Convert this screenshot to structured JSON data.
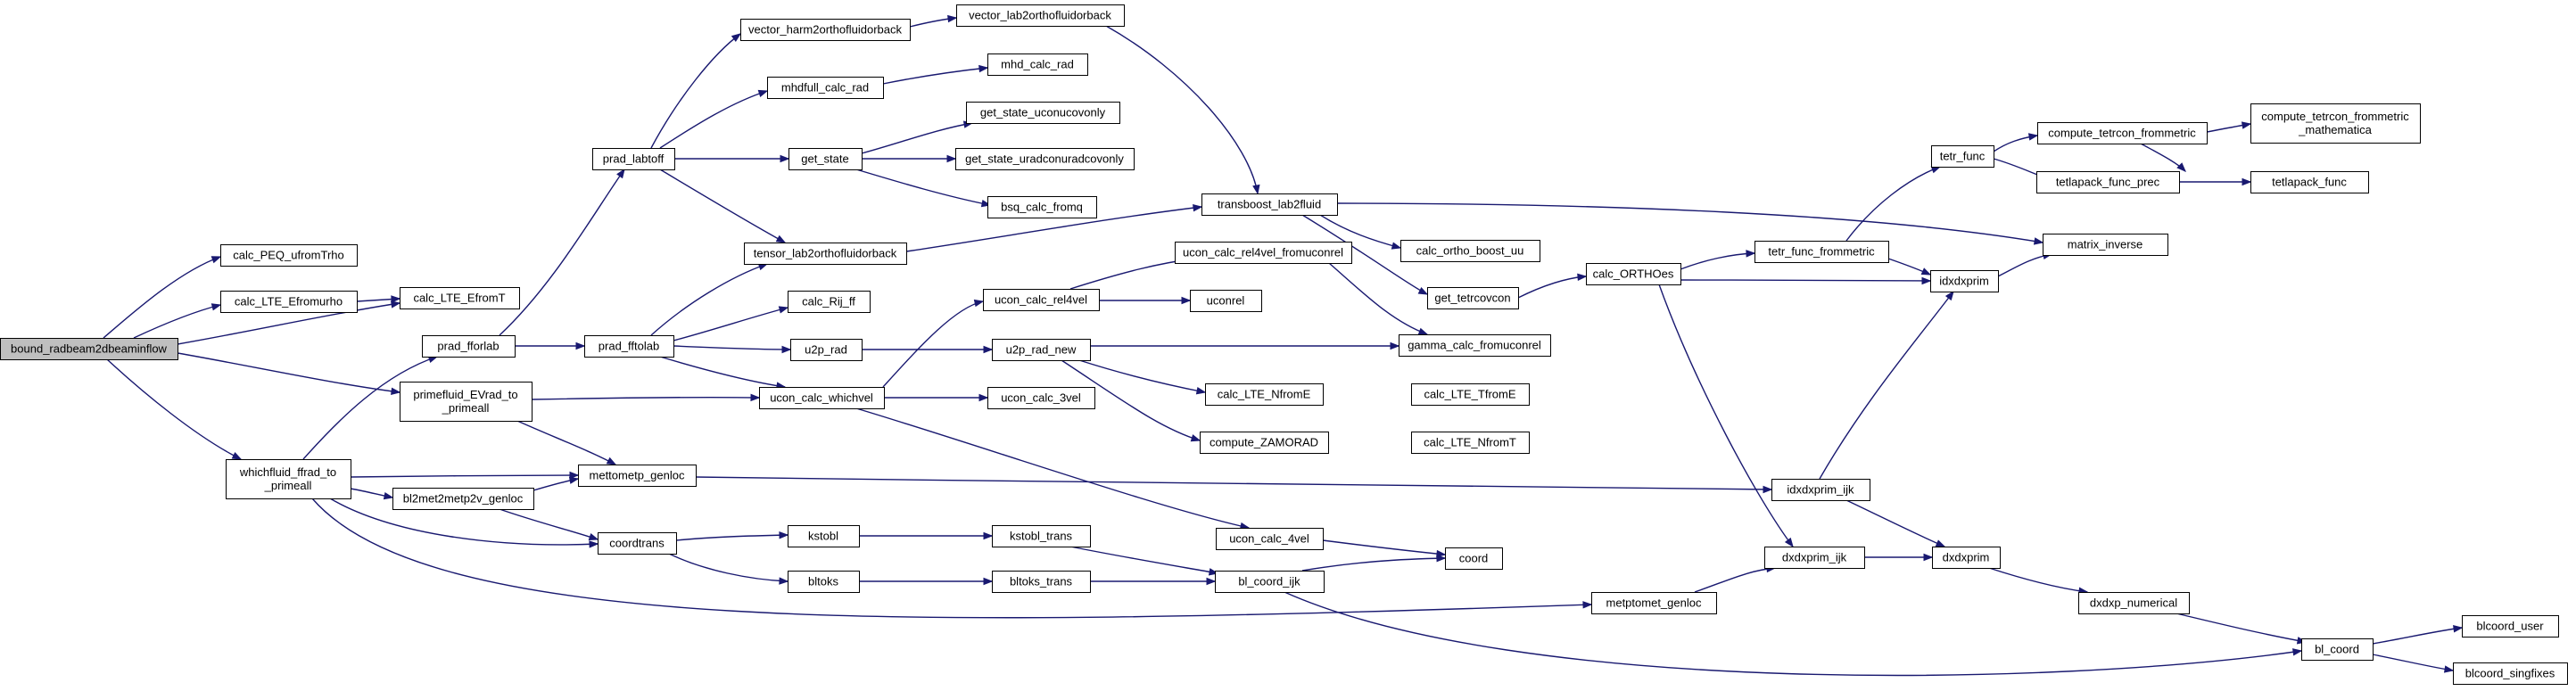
{
  "diagram": {
    "type": "call-graph",
    "colors": {
      "edge": "#191970",
      "node_border": "#000000",
      "node_fill": "#ffffff",
      "root_fill": "#bfbfbf"
    },
    "nodes": {
      "n_root": {
        "lines": [
          "bound_radbeam2dbeaminflow"
        ]
      },
      "n_calc_peq": {
        "lines": [
          "calc_PEQ_ufromTrho"
        ]
      },
      "n_calc_lte_efromurho": {
        "lines": [
          "calc_LTE_Efromurho"
        ]
      },
      "n_calc_lte_efromt": {
        "lines": [
          "calc_LTE_EfromT"
        ]
      },
      "n_primefluid": {
        "lines": [
          "primefluid_EVrad_to",
          "_primeall"
        ]
      },
      "n_whichfluid": {
        "lines": [
          "whichfluid_ffrad_to",
          "_primeall"
        ]
      },
      "n_prad_fforlab": {
        "lines": [
          "prad_fforlab"
        ]
      },
      "n_prad_labtoff": {
        "lines": [
          "prad_labtoff"
        ]
      },
      "n_prad_fftolab": {
        "lines": [
          "prad_fftolab"
        ]
      },
      "n_vector_harm": {
        "lines": [
          "vector_harm2orthofluidorback"
        ]
      },
      "n_vector_lab": {
        "lines": [
          "vector_lab2orthofluidorback"
        ]
      },
      "n_mhdfull": {
        "lines": [
          "mhdfull_calc_rad"
        ]
      },
      "n_mhd_calc_rad": {
        "lines": [
          "mhd_calc_rad"
        ]
      },
      "n_get_state": {
        "lines": [
          "get_state"
        ]
      },
      "n_get_state_ucon": {
        "lines": [
          "get_state_uconucovonly"
        ]
      },
      "n_get_state_urad": {
        "lines": [
          "get_state_uradconuradcovonly"
        ]
      },
      "n_bsq": {
        "lines": [
          "bsq_calc_fromq"
        ]
      },
      "n_tensor_lab": {
        "lines": [
          "tensor_lab2orthofluidorback"
        ]
      },
      "n_transboost": {
        "lines": [
          "transboost_lab2fluid"
        ]
      },
      "n_calc_rij": {
        "lines": [
          "calc_Rij_ff"
        ]
      },
      "n_u2p_rad": {
        "lines": [
          "u2p_rad"
        ]
      },
      "n_u2p_rad_new": {
        "lines": [
          "u2p_rad_new"
        ]
      },
      "n_ucon_whichvel": {
        "lines": [
          "ucon_calc_whichvel"
        ]
      },
      "n_ucon_rel4vel": {
        "lines": [
          "ucon_calc_rel4vel"
        ]
      },
      "n_ucon_rel4vel_from": {
        "lines": [
          "ucon_calc_rel4vel_fromuconrel"
        ]
      },
      "n_uconrel": {
        "lines": [
          "uconrel"
        ]
      },
      "n_ucon_3vel": {
        "lines": [
          "ucon_calc_3vel"
        ]
      },
      "n_ucon_4vel": {
        "lines": [
          "ucon_calc_4vel"
        ]
      },
      "n_coord": {
        "lines": [
          "coord"
        ]
      },
      "n_mettometp": {
        "lines": [
          "mettometp_genloc"
        ]
      },
      "n_bl2met": {
        "lines": [
          "bl2met2metp2v_genloc"
        ]
      },
      "n_coordtrans": {
        "lines": [
          "coordtrans"
        ]
      },
      "n_kstobl": {
        "lines": [
          "kstobl"
        ]
      },
      "n_kstobl_trans": {
        "lines": [
          "kstobl_trans"
        ]
      },
      "n_bltoks": {
        "lines": [
          "bltoks"
        ]
      },
      "n_bltoks_trans": {
        "lines": [
          "bltoks_trans"
        ]
      },
      "n_bl_coord_ijk": {
        "lines": [
          "bl_coord_ijk"
        ]
      },
      "n_metptomet": {
        "lines": [
          "metptomet_genloc"
        ]
      },
      "n_calc_ortho_boost": {
        "lines": [
          "calc_ortho_boost_uu"
        ]
      },
      "n_get_tetrcovcon": {
        "lines": [
          "get_tetrcovcon"
        ]
      },
      "n_calc_orthoes": {
        "lines": [
          "calc_ORTHOes"
        ]
      },
      "n_gamma": {
        "lines": [
          "gamma_calc_fromuconrel"
        ]
      },
      "n_calc_lte_nfrome": {
        "lines": [
          "calc_LTE_NfromE"
        ]
      },
      "n_calc_lte_tfrome": {
        "lines": [
          "calc_LTE_TfromE"
        ]
      },
      "n_calc_lte_nfromt": {
        "lines": [
          "calc_LTE_NfromT"
        ]
      },
      "n_compute_zamorad": {
        "lines": [
          "compute_ZAMORAD"
        ]
      },
      "n_tetr_func_from": {
        "lines": [
          "tetr_func_frommetric"
        ]
      },
      "n_tetr_func": {
        "lines": [
          "tetr_func"
        ]
      },
      "n_compute_tetrcon": {
        "lines": [
          "compute_tetrcon_frommetric"
        ]
      },
      "n_compute_tetrcon_math": {
        "lines": [
          "compute_tetrcon_frommetric",
          "_mathematica"
        ]
      },
      "n_tetlapack_prec": {
        "lines": [
          "tetlapack_func_prec"
        ]
      },
      "n_tetlapack": {
        "lines": [
          "tetlapack_func"
        ]
      },
      "n_matrix_inverse": {
        "lines": [
          "matrix_inverse"
        ]
      },
      "n_idxdxprim": {
        "lines": [
          "idxdxprim"
        ]
      },
      "n_idxdxprim_ijk": {
        "lines": [
          "idxdxprim_ijk"
        ]
      },
      "n_dxdxprim_ijk": {
        "lines": [
          "dxdxprim_ijk"
        ]
      },
      "n_dxdxprim": {
        "lines": [
          "dxdxprim"
        ]
      },
      "n_dxdxp_numerical": {
        "lines": [
          "dxdxp_numerical"
        ]
      },
      "n_bl_coord": {
        "lines": [
          "bl_coord"
        ]
      },
      "n_blcoord_user": {
        "lines": [
          "blcoord_user"
        ]
      },
      "n_blcoord_singfixes": {
        "lines": [
          "blcoord_singfixes"
        ]
      }
    }
  }
}
